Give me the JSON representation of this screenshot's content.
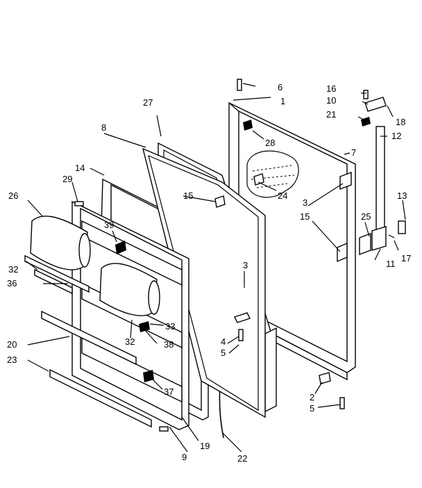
{
  "callouts": [
    "1",
    "2",
    "3",
    "3",
    "4",
    "5",
    "5",
    "6",
    "7",
    "8",
    "9",
    "10",
    "11",
    "12",
    "13",
    "14",
    "15",
    "15",
    "16",
    "17",
    "18",
    "19",
    "20",
    "21",
    "22",
    "23",
    "24",
    "25",
    "26",
    "27",
    "28",
    "29",
    "32",
    "32",
    "33",
    "36",
    "37",
    "38",
    "39"
  ]
}
